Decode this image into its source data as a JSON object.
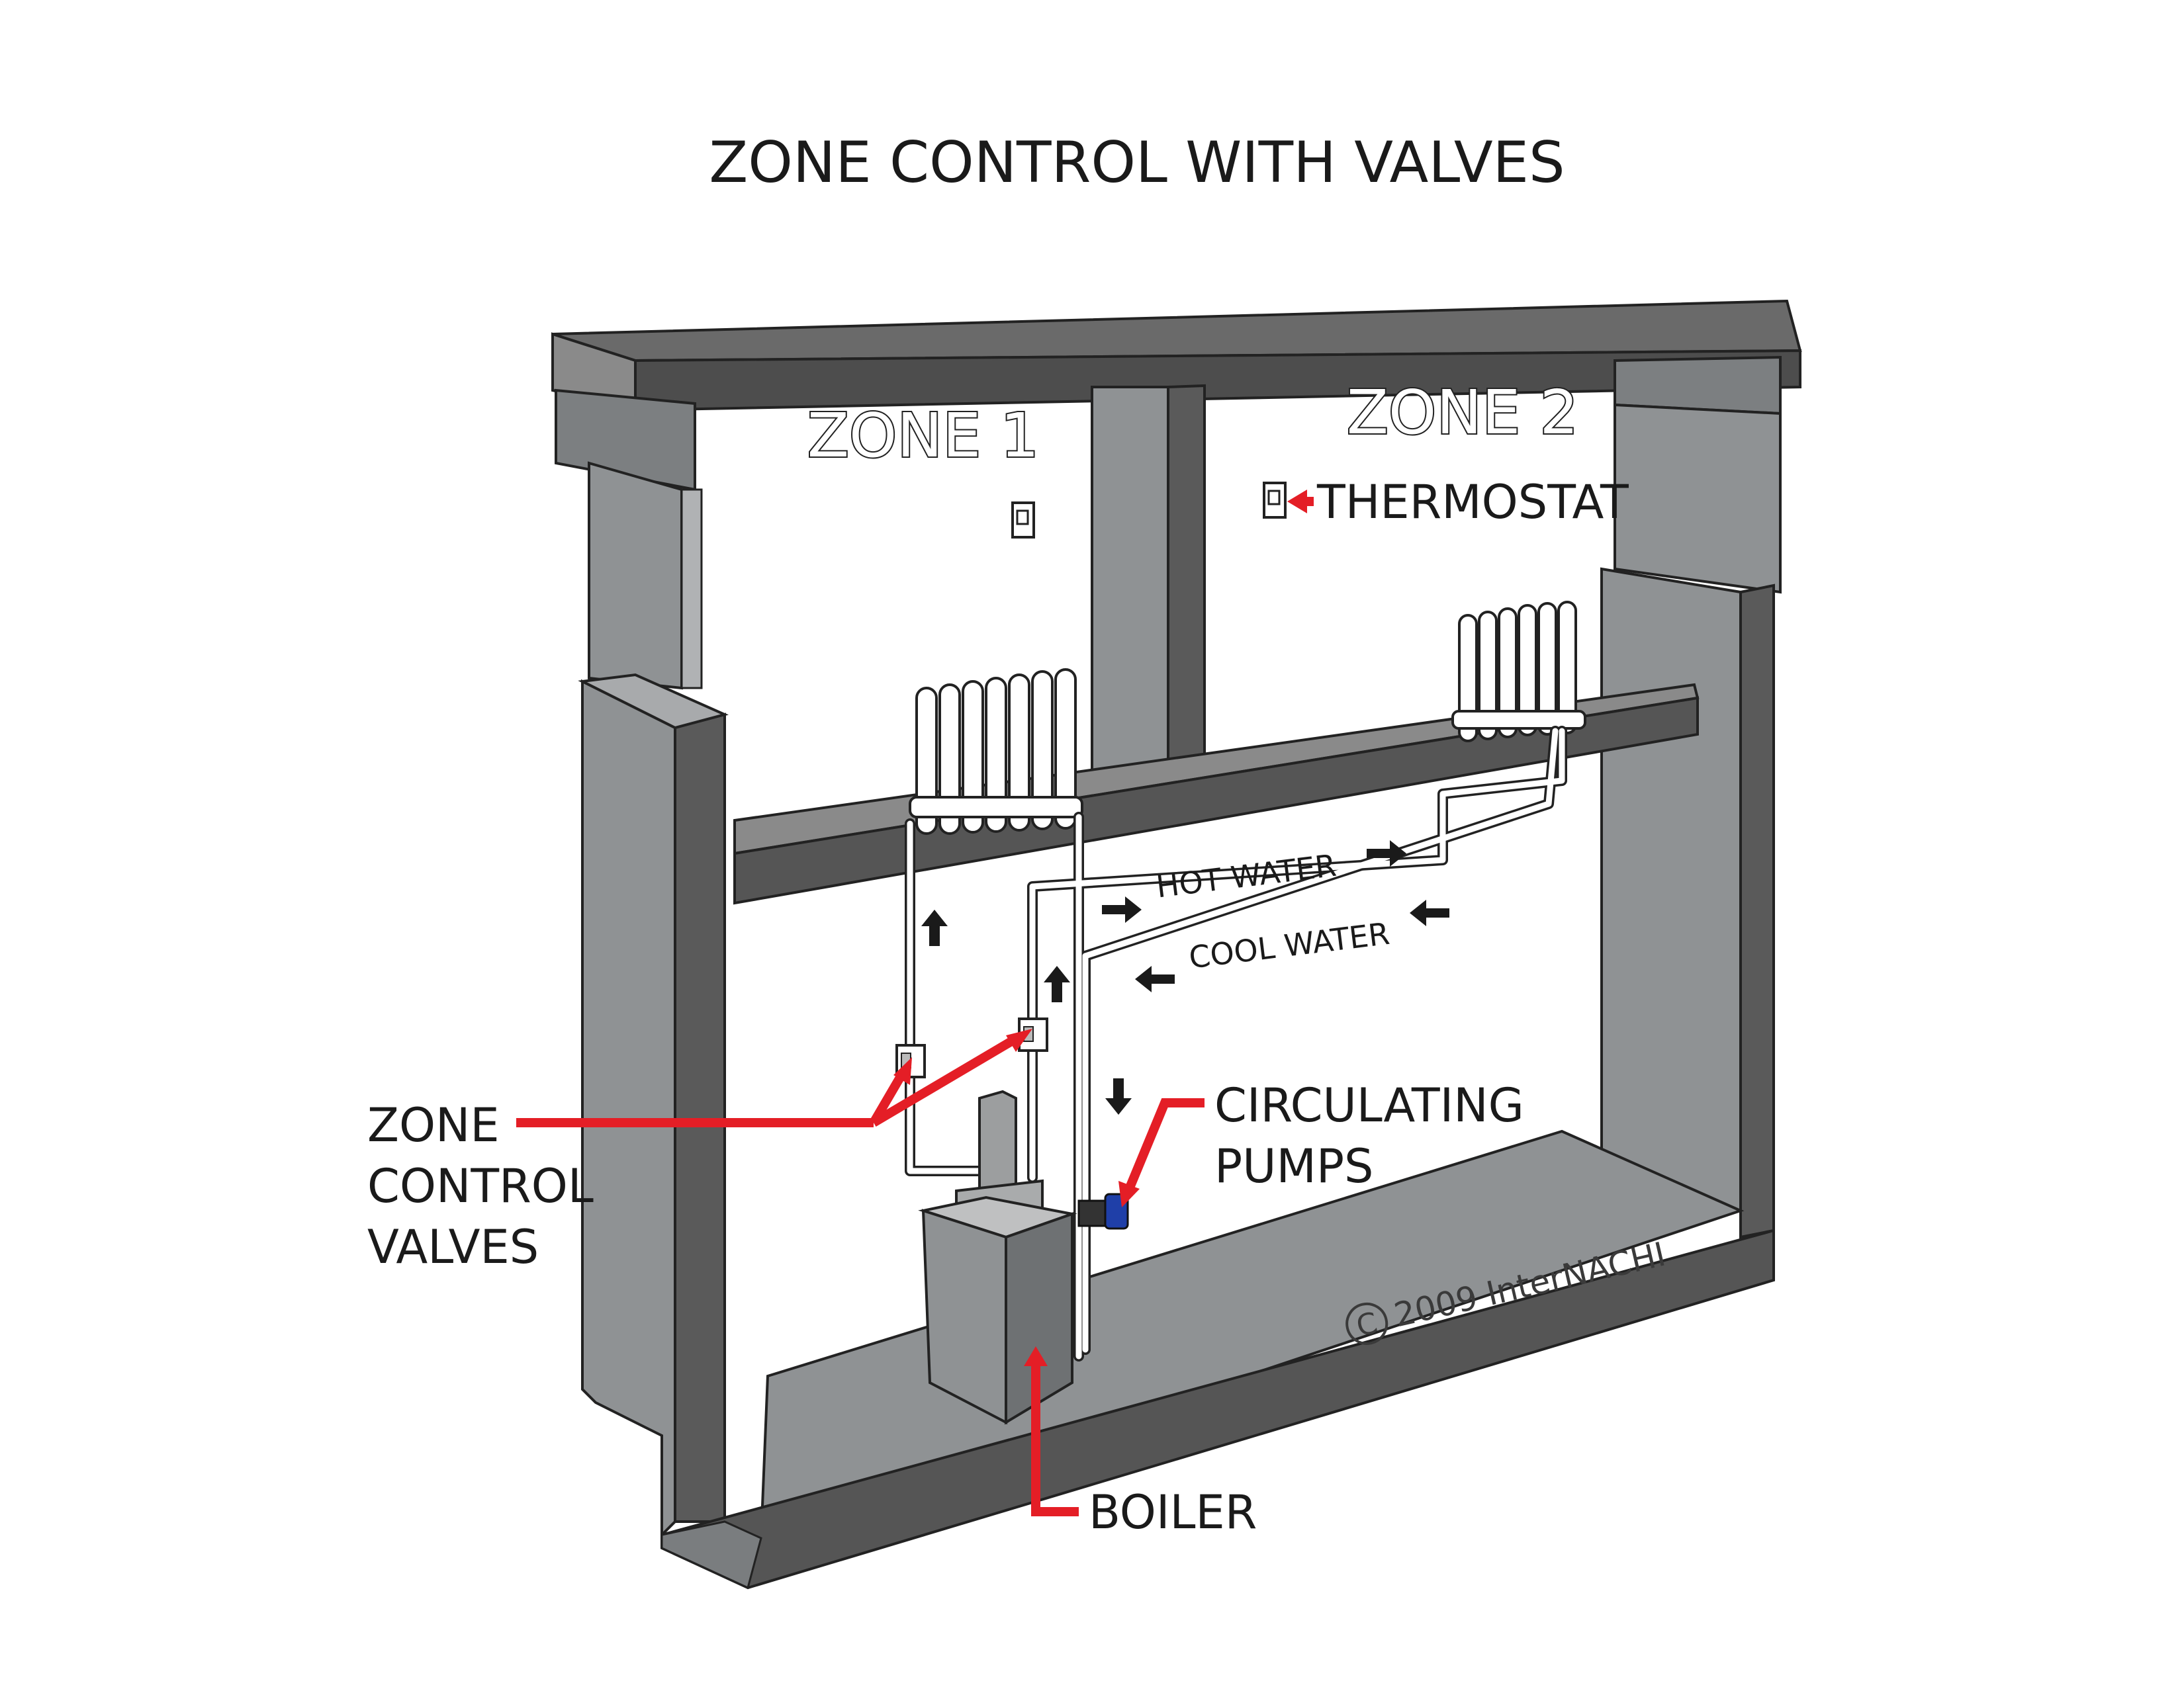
{
  "title": "ZONE CONTROL WITH VALVES",
  "zones": {
    "zone1": "ZONE 1",
    "zone2": "ZONE 2"
  },
  "labels": {
    "thermostat": "THERMOSTAT",
    "zone_control_valves": [
      "ZONE",
      "CONTROL",
      "VALVES"
    ],
    "circulating_pumps": [
      "CIRCULATING",
      "PUMPS"
    ],
    "boiler": "BOILER",
    "hot_water": "HOT WATER",
    "cool_water": "COOL WATER"
  },
  "watermark": {
    "symbol": "©",
    "text": "2009  InterNACHI"
  },
  "colors": {
    "leader_red": "#e41e26",
    "wall_light": "#8f9294",
    "wall_dark": "#555555",
    "pump_blue": "#1f3fa8"
  }
}
